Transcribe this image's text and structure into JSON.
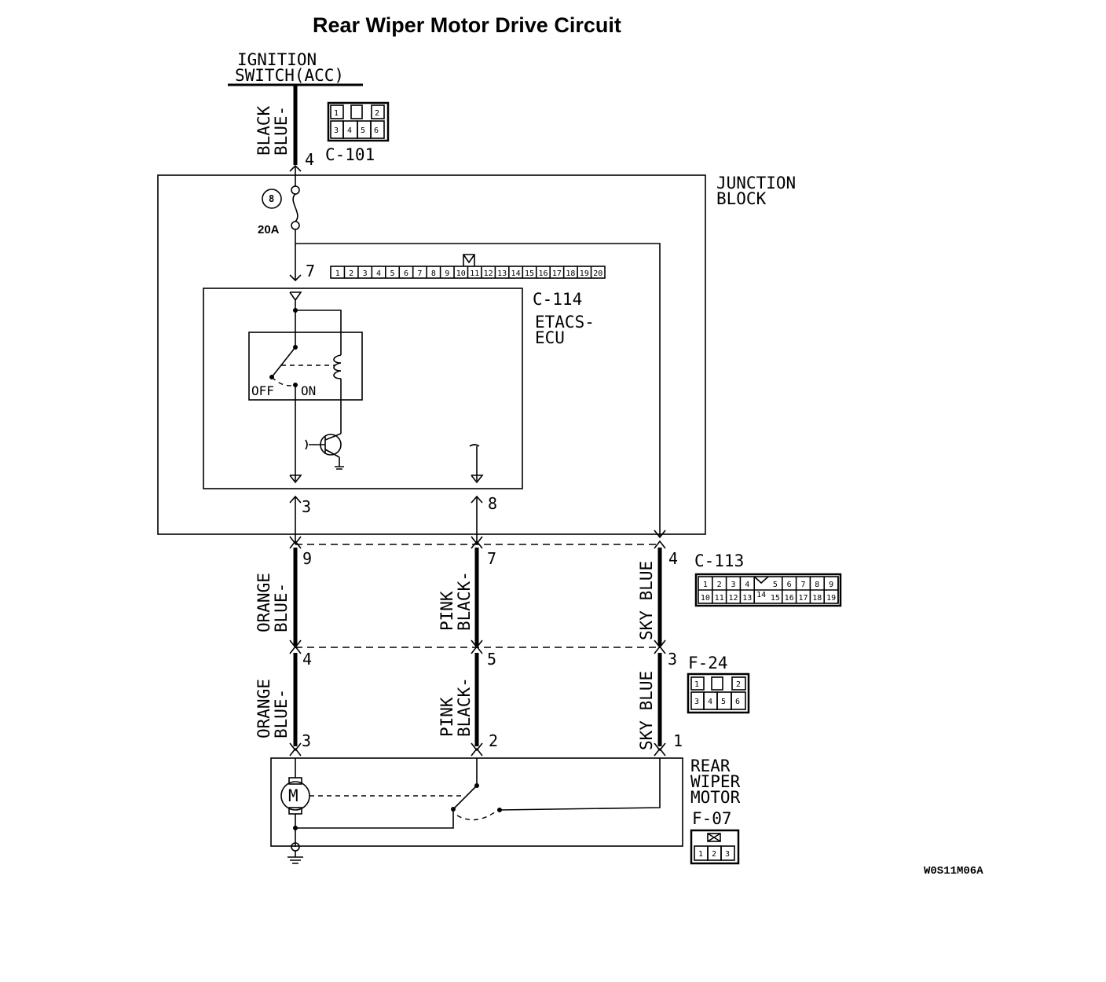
{
  "title": "Rear Wiper Motor Drive Circuit",
  "ignition_switch": {
    "line1": "IGNITION",
    "line2": "SWITCH(ACC)"
  },
  "junction_block": {
    "line1": "JUNCTION",
    "line2": "BLOCK"
  },
  "fuse": {
    "number": "8",
    "rating": "20A"
  },
  "ecu": {
    "connector": "C-114",
    "line1": "ETACS-",
    "line2": "ECU"
  },
  "relay": {
    "off_label": "OFF",
    "on_label": "ON"
  },
  "motor": {
    "line1": "REAR",
    "line2": "WIPER",
    "line3": "MOTOR",
    "connector": "F-07",
    "symbol": "M"
  },
  "connectors": {
    "c101": {
      "name": "C-101",
      "top_pins": [
        "1",
        "2"
      ],
      "bottom_pins": [
        "3",
        "4",
        "5",
        "6"
      ]
    },
    "c114_pins": [
      "1",
      "2",
      "3",
      "4",
      "5",
      "6",
      "7",
      "8",
      "9",
      "10",
      "11",
      "12",
      "13",
      "14",
      "15",
      "16",
      "17",
      "18",
      "19",
      "20"
    ],
    "c113": {
      "name": "C-113",
      "top_pins": [
        "1",
        "2",
        "3",
        "4",
        "5",
        "6",
        "7",
        "8",
        "9"
      ],
      "center_pin": "14",
      "bottom_pins": [
        "10",
        "11",
        "12",
        "13",
        "15",
        "16",
        "17",
        "18",
        "19"
      ]
    },
    "f24": {
      "name": "F-24",
      "top_pins": [
        "1",
        "2"
      ],
      "bottom_pins": [
        "3",
        "4",
        "5",
        "6"
      ]
    },
    "f07": {
      "pins": [
        "1",
        "2",
        "3"
      ]
    }
  },
  "wires": {
    "blue_black": {
      "line1": "BLUE-",
      "line2": "BLACK"
    },
    "blue_orange": {
      "line1": "BLUE-",
      "line2": "ORANGE"
    },
    "black_pink": {
      "line1": "BLACK-",
      "line2": "PINK"
    },
    "sky_blue": "SKY BLUE"
  },
  "pin_numbers": {
    "c101_pin": "4",
    "c114_in": "7",
    "c114_out1": "3",
    "c114_out2": "8",
    "c113_a": "9",
    "c113_b": "7",
    "c113_c": "4",
    "f24_a": "4",
    "f24_b": "5",
    "f24_c": "3",
    "f07_a": "3",
    "f07_b": "2",
    "f07_c": "1"
  },
  "reference_code": "W0S11M06A"
}
